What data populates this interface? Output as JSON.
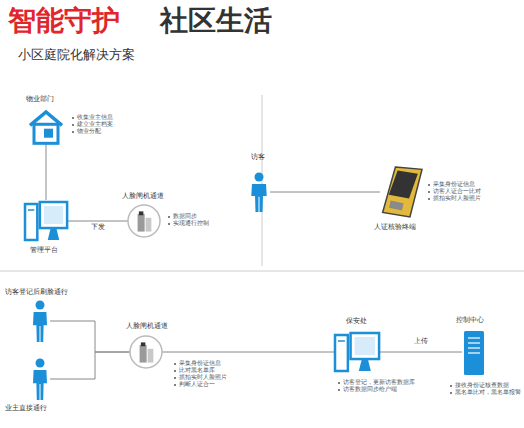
{
  "diagram": {
    "title": "智能守护",
    "nodes": [
      {
        "text": [
          "物业部门",
          "收集业主信息",
          "建立业主档案",
          "物业分配"
        ]
      },
      {
        "text": [
          "管理平台"
        ]
      },
      {
        "text": [
          "人脸闸机通道",
          "数据同步",
          "实现通行控制"
        ]
      },
      {
        "text": [
          "访客"
        ]
      },
      {
        "text": [
          "人证核验终端",
          "采集身份证信息",
          "访客人证合一比对",
          "抓拍实时人脸照片"
        ]
      },
      {
        "text": [
          "访客登记后刷脸通行"
        ]
      },
      {
        "text": [
          "业主直接通行"
        ]
      },
      {
        "text": [
          "人脸闸机通道",
          "采集身份证信息",
          "比对黑名单库",
          "抓拍实时人脸照片",
          "判断人证合一"
        ]
      },
      {
        "text": [
          "保安处",
          "访客登记，更新访客数据库",
          "访客数据同步给户端"
        ]
      },
      {
        "text": [
          "控制中心",
          "接收身份证核查数据",
          "黑名单比对，黑名单报警"
        ]
      }
    ],
    "edges": [
      {
        "from": 0,
        "to": 1,
        "arrow": "none"
      },
      {
        "from": 1,
        "to": 2,
        "label": "下发",
        "arrow": "none"
      },
      {
        "from": 3,
        "to": 4,
        "arrow": "none"
      },
      {
        "from": 5,
        "to": 7,
        "arrow": "none"
      },
      {
        "from": 6,
        "to": 7,
        "arrow": "none"
      },
      {
        "from": 7,
        "to": 8,
        "arrow": "none"
      },
      {
        "from": 8,
        "to": 9,
        "label": "上传",
        "arrow": "none"
      }
    ],
    "labels": [
      "社区生活",
      "小区庭院化解决方案"
    ]
  }
}
